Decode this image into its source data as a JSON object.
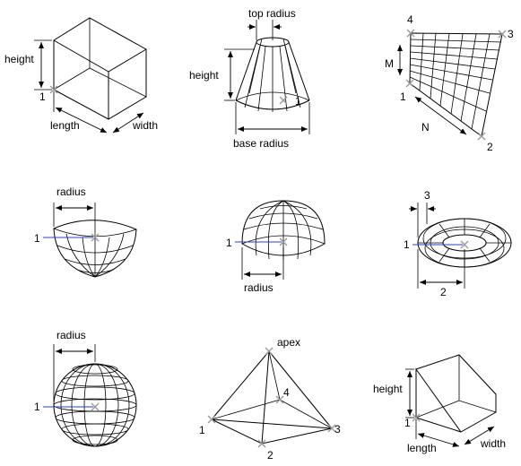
{
  "colors": {
    "line": "#000000",
    "pointer": "#2a3fc9",
    "marker": "#999999",
    "background": "#ffffff"
  },
  "box": {
    "height": "height",
    "pt1": "1",
    "length": "length",
    "width": "width"
  },
  "cone": {
    "top_radius": "top radius",
    "height": "height",
    "pt1": "1",
    "base_radius": "base radius"
  },
  "mesh": {
    "pt4": "4",
    "pt3": "3",
    "m": "M",
    "pt1": "1",
    "n": "N",
    "pt2": "2"
  },
  "dish": {
    "radius": "radius",
    "pt1": "1"
  },
  "dome": {
    "pt1": "1",
    "radius": "radius"
  },
  "torus": {
    "pt3": "3",
    "pt1": "1",
    "pt2": "2"
  },
  "sphere": {
    "radius": "radius",
    "pt1": "1"
  },
  "pyramid": {
    "apex": "apex",
    "pt4": "4",
    "pt1": "1",
    "pt3": "3",
    "pt2": "2"
  },
  "wedge": {
    "height": "height",
    "pt1": "1",
    "length": "length",
    "width": "width"
  }
}
